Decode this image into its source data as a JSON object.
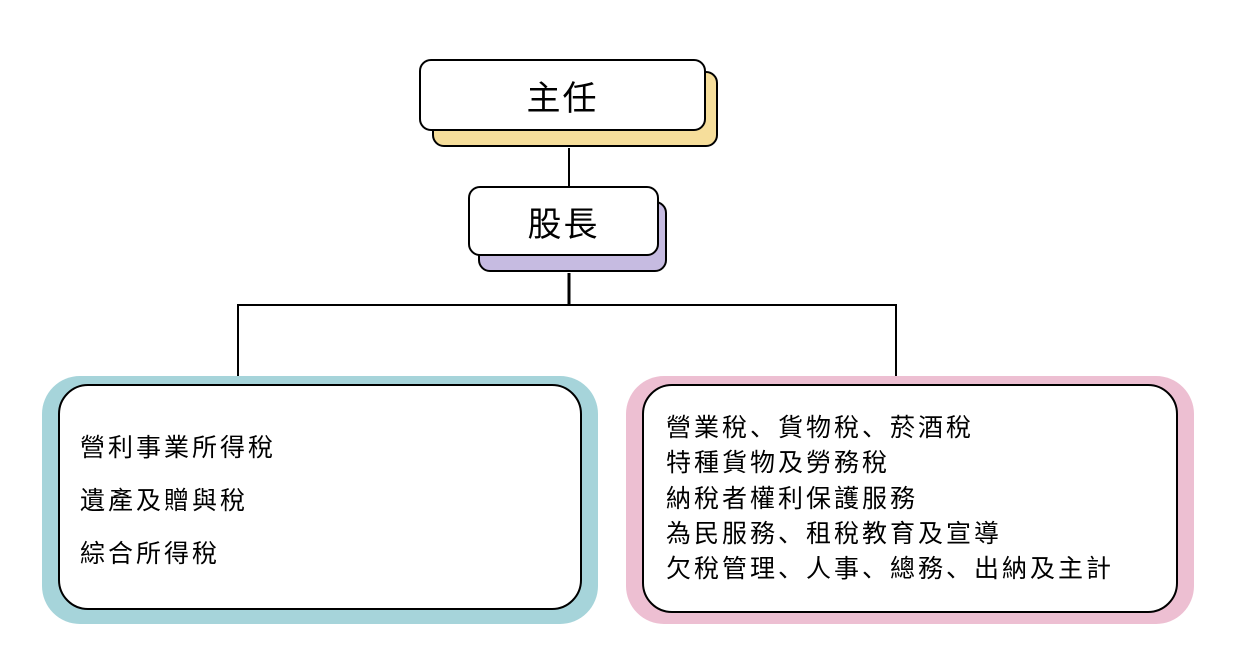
{
  "org_chart": {
    "director": {
      "label": "主任",
      "shadow_color": "#F6DE9B"
    },
    "section_chief": {
      "label": "股長",
      "shadow_color": "#C6BBE1"
    },
    "left_unit": {
      "frame_color": "#A6D4DA",
      "items": [
        "營利事業所得稅",
        "遺產及贈與稅",
        "綜合所得稅"
      ]
    },
    "right_unit": {
      "frame_color": "#EDBFD2",
      "items": [
        "營業稅、貨物稅、菸酒稅",
        "特種貨物及勞務稅",
        "納稅者權利保護服務",
        "為民服務、租稅教育及宣導",
        "欠稅管理、人事、總務、出納及主計"
      ]
    }
  }
}
